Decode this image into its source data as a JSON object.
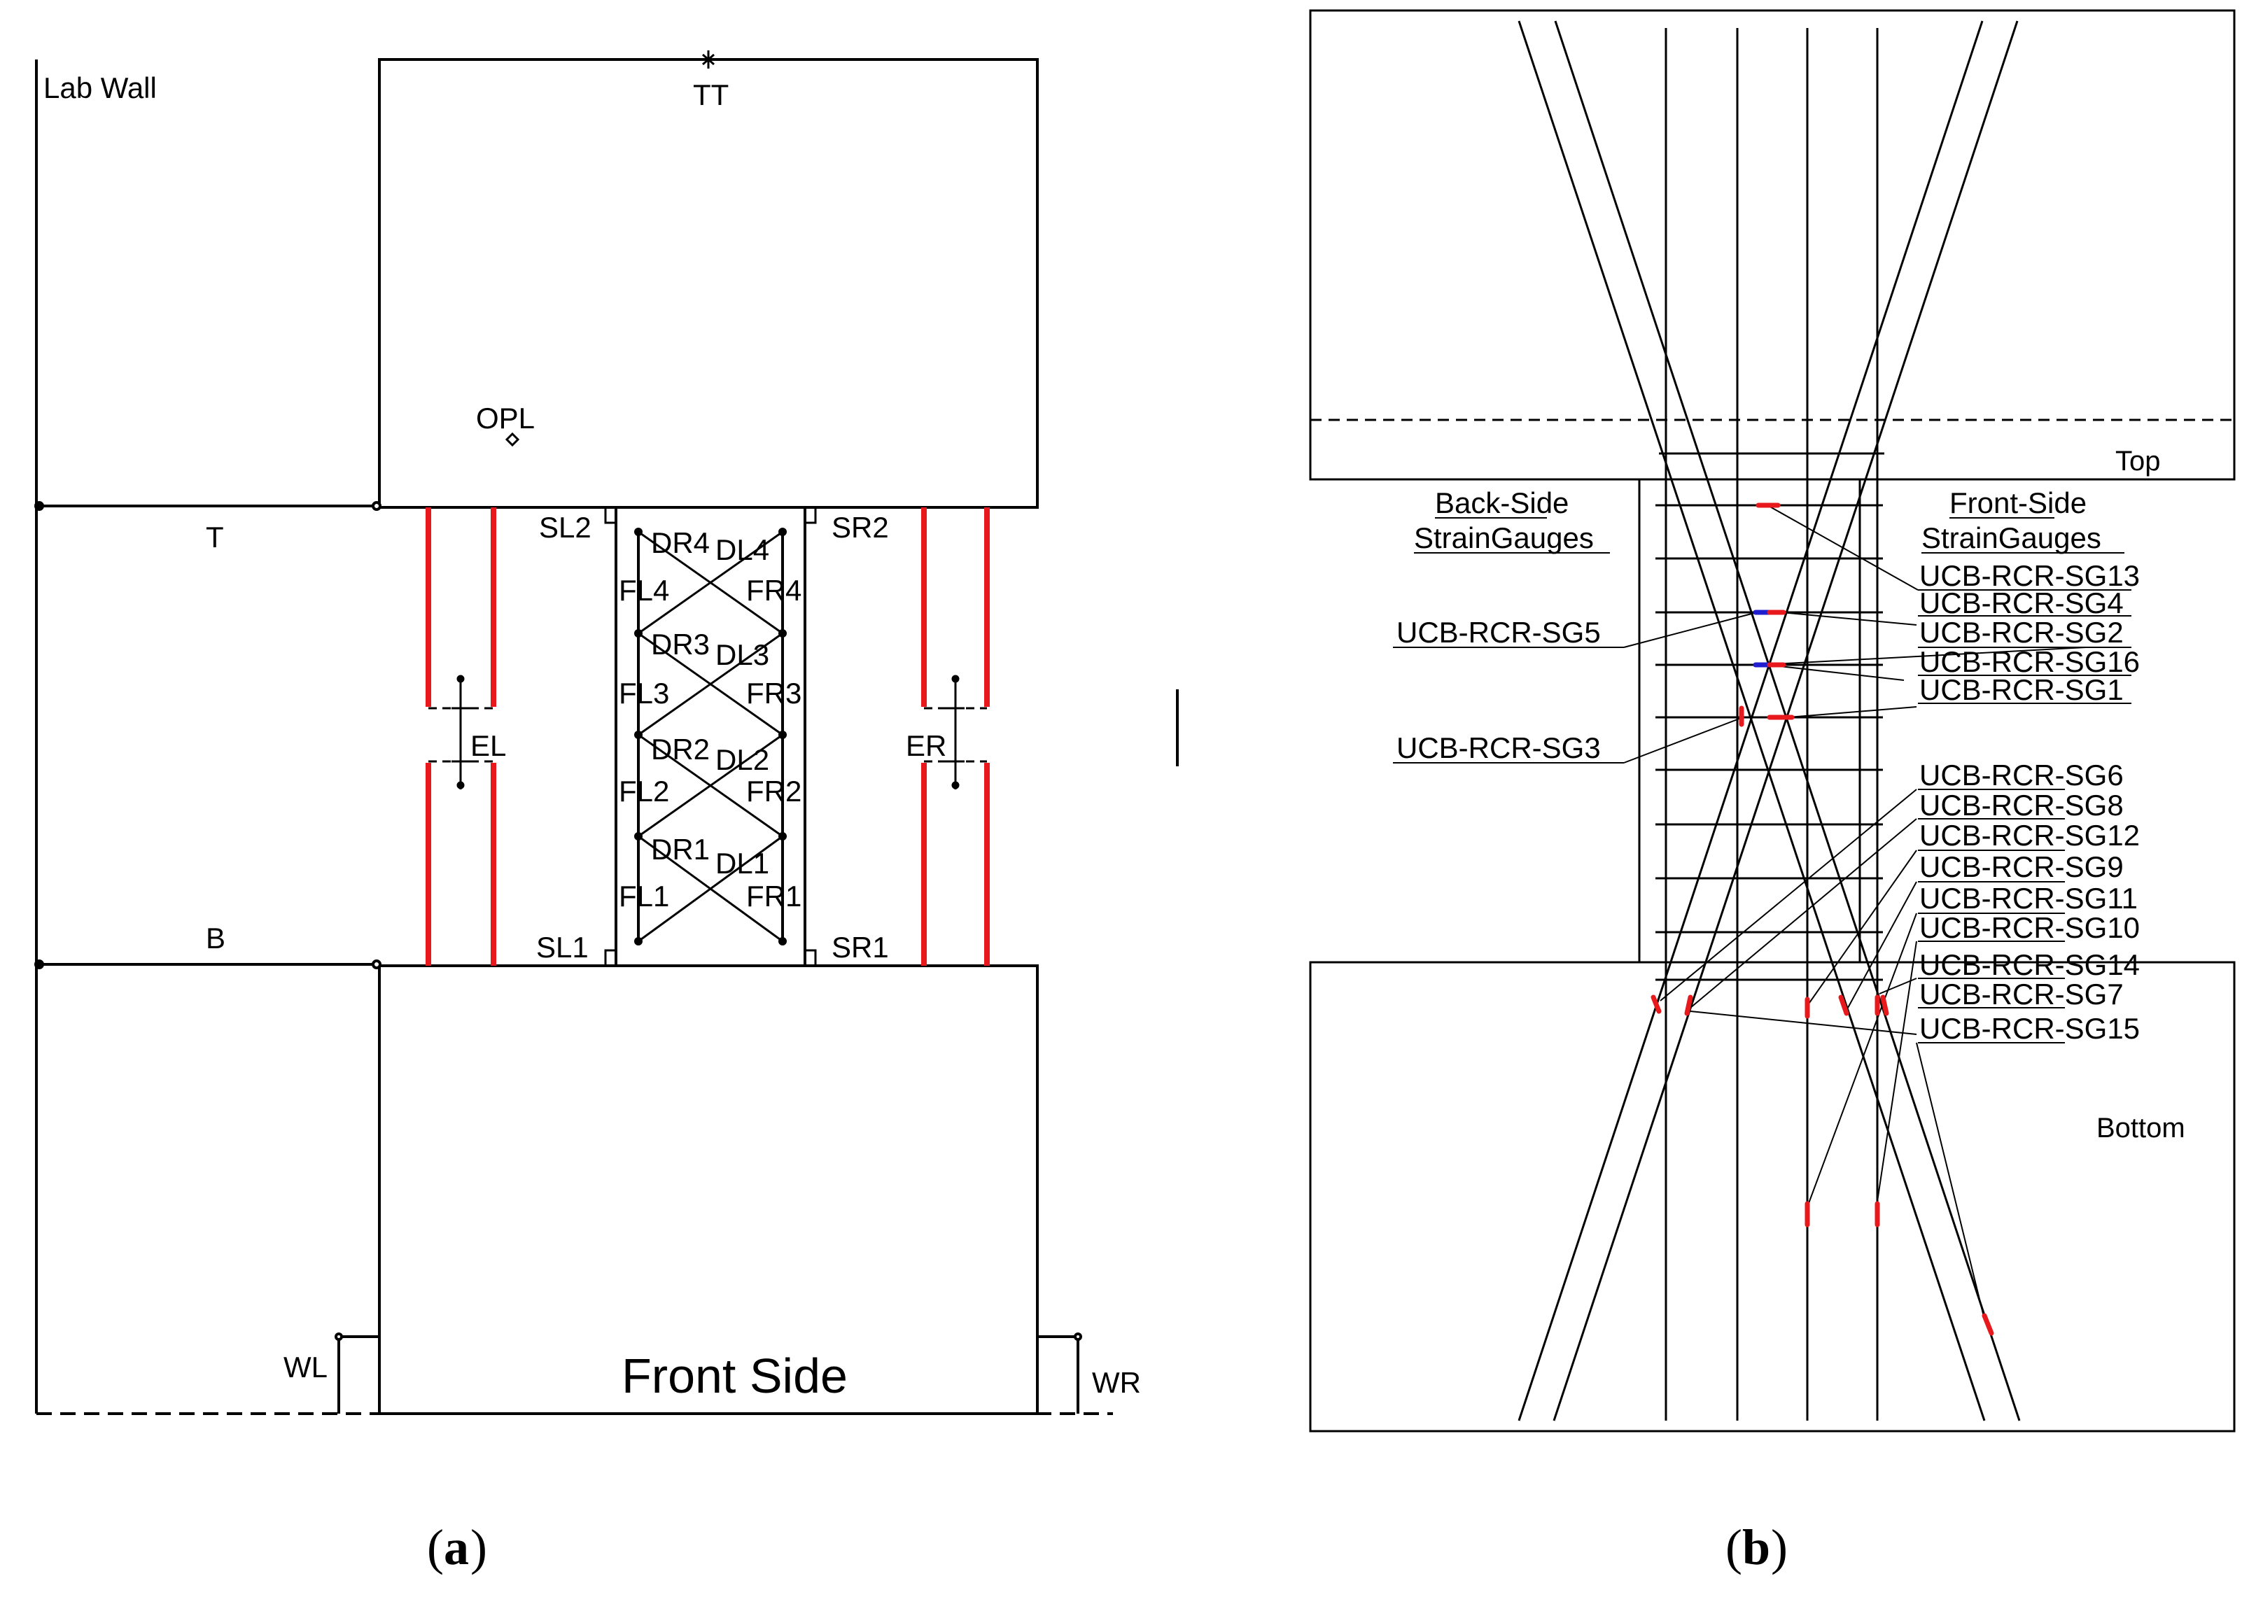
{
  "panel_a": {
    "caption_label": "a",
    "labels": {
      "lab_wall": "Lab Wall",
      "tt": "TT",
      "opl": "OPL",
      "t": "T",
      "b": "B",
      "el": "EL",
      "er": "ER",
      "sl2": "SL2",
      "sr2": "SR2",
      "sl1": "SL1",
      "sr1": "SR1",
      "dr4": "DR4",
      "dl4": "DL4",
      "fl4": "FL4",
      "fr4": "FR4",
      "dr3": "DR3",
      "dl3": "DL3",
      "fl3": "FL3",
      "fr3": "FR3",
      "dr2": "DR2",
      "dl2": "DL2",
      "fl2": "FL2",
      "fr2": "FR2",
      "dr1": "DR1",
      "dl1": "DL1",
      "fl1": "FL1",
      "fr1": "FR1",
      "wl": "WL",
      "wr": "WR",
      "front_side": "Front Side"
    }
  },
  "panel_b": {
    "caption_label": "b",
    "labels": {
      "top": "Top",
      "bottom": "Bottom",
      "back_side_1": "Back-Side",
      "back_side_2": "StrainGauges",
      "front_side_1": "Front-Side",
      "front_side_2": "StrainGauges"
    },
    "gauges_right": [
      "UCB-RCR-SG13",
      "UCB-RCR-SG4",
      "UCB-RCR-SG2",
      "UCB-RCR-SG16",
      "UCB-RCR-SG1",
      "UCB-RCR-SG6",
      "UCB-RCR-SG8",
      "UCB-RCR-SG12",
      "UCB-RCR-SG9",
      "UCB-RCR-SG11",
      "UCB-RCR-SG10",
      "UCB-RCR-SG14",
      "UCB-RCR-SG7",
      "UCB-RCR-SG15"
    ],
    "gauges_left": [
      "UCB-RCR-SG5",
      "UCB-RCR-SG3"
    ]
  },
  "colors": {
    "rebar_highlight": "#e8191c",
    "gauge_blue": "#1f1fd0",
    "line": "#000000"
  }
}
